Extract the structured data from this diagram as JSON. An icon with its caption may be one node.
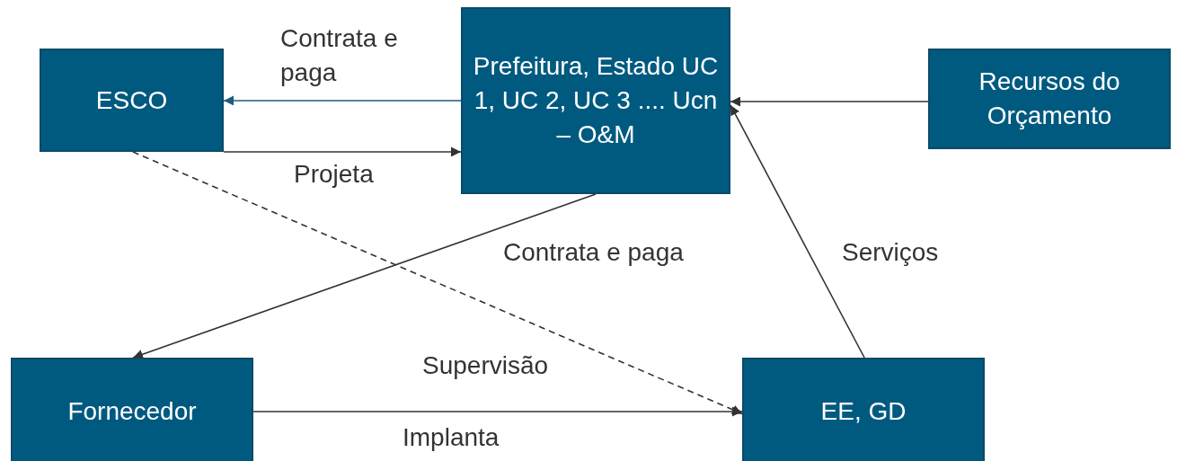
{
  "diagram": {
    "nodes": [
      {
        "text": [
          "ESCO"
        ]
      },
      {
        "text": [
          "Prefeitura, Estado UC 1, UC 2, UC 3 .... Ucn – O&M"
        ]
      },
      {
        "text": [
          "Recursos do Orçamento"
        ]
      },
      {
        "text": [
          "Fornecedor"
        ]
      },
      {
        "text": [
          "EE, GD"
        ]
      }
    ],
    "edges": [
      {
        "from": 1,
        "to": 0,
        "arrow": "to",
        "label": "Contrata e paga",
        "color": "#1b5e80"
      },
      {
        "from": 0,
        "to": 1,
        "arrow": "to",
        "label": "Projeta"
      },
      {
        "from": 2,
        "to": 1,
        "arrow": "to"
      },
      {
        "from": 1,
        "to": 3,
        "arrow": "to",
        "label": "Contrata e paga"
      },
      {
        "from": 0,
        "to": 4,
        "arrow": "to",
        "label": "Supervisão",
        "style": "dashed"
      },
      {
        "from": 3,
        "to": 4,
        "arrow": "to",
        "label": "Implanta"
      },
      {
        "from": 4,
        "to": 1,
        "arrow": "to",
        "label": "Serviços"
      }
    ]
  }
}
